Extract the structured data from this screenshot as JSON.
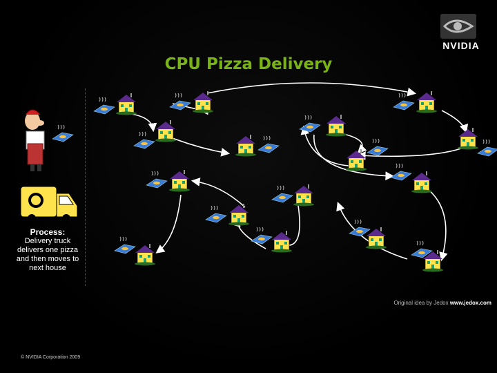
{
  "slide": {
    "title": "CPU Pizza Delivery",
    "logo_text": "NVIDIA",
    "process_heading": "Process:",
    "process_lines": [
      "Delivery truck",
      "delivers  one pizza",
      "and then moves to",
      "next house"
    ],
    "credit_text": "Original idea by Jedox",
    "credit_url": "www.jedox.com",
    "copyright": "© NVIDIA Corporation 2009"
  },
  "colors": {
    "accent": "#7ab317",
    "house_wall": "#ffe34d",
    "house_roof": "#5a2a8c",
    "pizza_box": "#3a7bd5"
  }
}
